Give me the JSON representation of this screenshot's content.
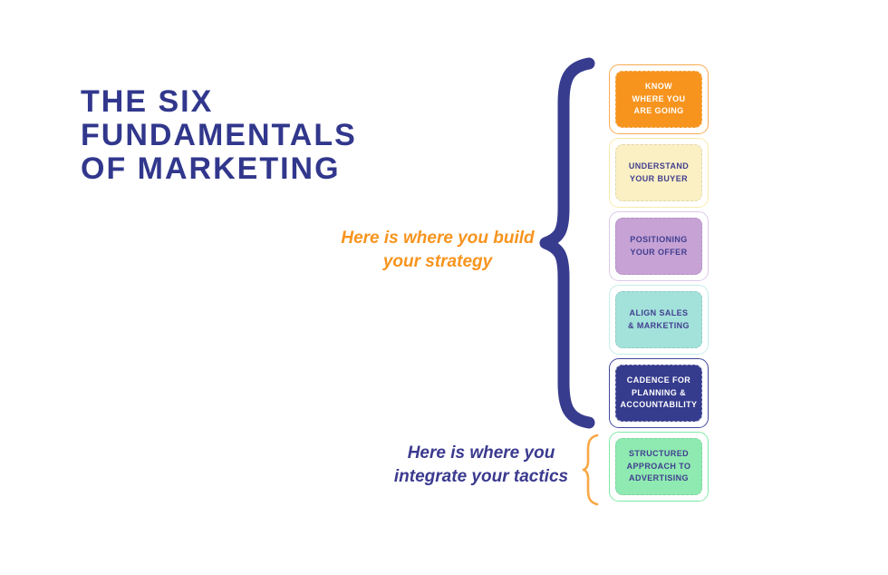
{
  "title": {
    "lines": [
      "THE SIX",
      "FUNDAMENTALS",
      "OF MARKETING"
    ],
    "color": "#31378c"
  },
  "annotations": {
    "strategy": {
      "lines": [
        "Here is where you build",
        "your strategy"
      ],
      "color": "#f7941e"
    },
    "tactics": {
      "lines": [
        "Here is where you",
        "integrate your tactics"
      ],
      "color": "#3b3a8f"
    }
  },
  "braces": {
    "large": {
      "color": "#383c8e"
    },
    "small": {
      "color": "#f9a846"
    }
  },
  "fundamentals": [
    {
      "label_lines": [
        "KNOW",
        "WHERE YOU",
        "ARE GOING"
      ],
      "fill": "#f7941e",
      "border": "#f9ab52",
      "text_color": "#ffffff"
    },
    {
      "label_lines": [
        "UNDERSTAND",
        "YOUR BUYER"
      ],
      "fill": "#fbf0c4",
      "border": "#f8ecac",
      "text_color": "#413f8f"
    },
    {
      "label_lines": [
        "POSITIONING",
        "YOUR OFFER"
      ],
      "fill": "#c6a2d5",
      "border": "#dccae8",
      "text_color": "#413f8f"
    },
    {
      "label_lines": [
        "ALIGN SALES",
        "& MARKETING"
      ],
      "fill": "#a3e2db",
      "border": "#c5eee9",
      "text_color": "#413f8f"
    },
    {
      "label_lines": [
        "CADENCE FOR",
        "PLANNING &",
        "ACCOUNTABILITY"
      ],
      "fill": "#353b8d",
      "border": "#41479a",
      "text_color": "#ffffff"
    },
    {
      "label_lines": [
        "STRUCTURED",
        "APPROACH TO",
        "ADVERTISING"
      ],
      "fill": "#8eeab1",
      "border": "#80e9a7",
      "text_color": "#413f8f"
    }
  ]
}
